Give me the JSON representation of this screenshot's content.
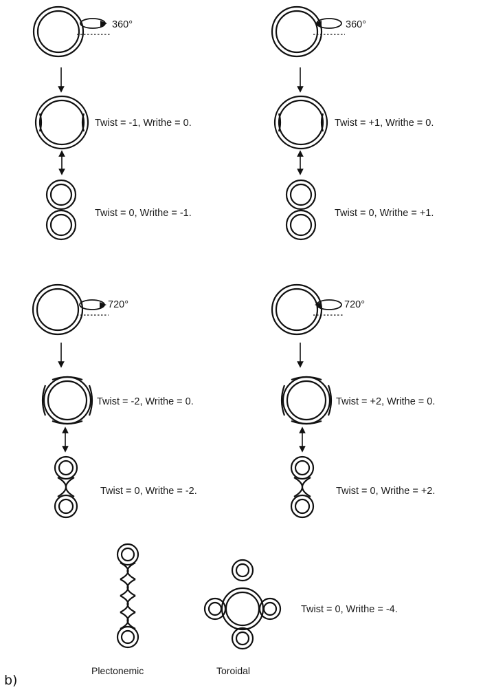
{
  "rows": {
    "r360_left": {
      "angle": "360°",
      "twist": "Twist = -1, Writhe = 0.",
      "writhe": "Twist = 0, Writhe = -1."
    },
    "r360_right": {
      "angle": "360°",
      "twist": "Twist = +1, Writhe = 0.",
      "writhe": "Twist = 0, Writhe = +1."
    },
    "r720_left": {
      "angle": "720°",
      "twist": "Twist = -2, Writhe = 0.",
      "writhe": "Twist = 0, Writhe = -2."
    },
    "r720_right": {
      "angle": "720°",
      "twist": "Twist = +2, Writhe = 0.",
      "writhe": "Twist = 0, Writhe = +2."
    }
  },
  "bottom": {
    "plectonemic": "Plectonemic",
    "toroidal": "Toroidal",
    "summary": "Twist = 0, Writhe = -4."
  },
  "panel_label": "b)"
}
